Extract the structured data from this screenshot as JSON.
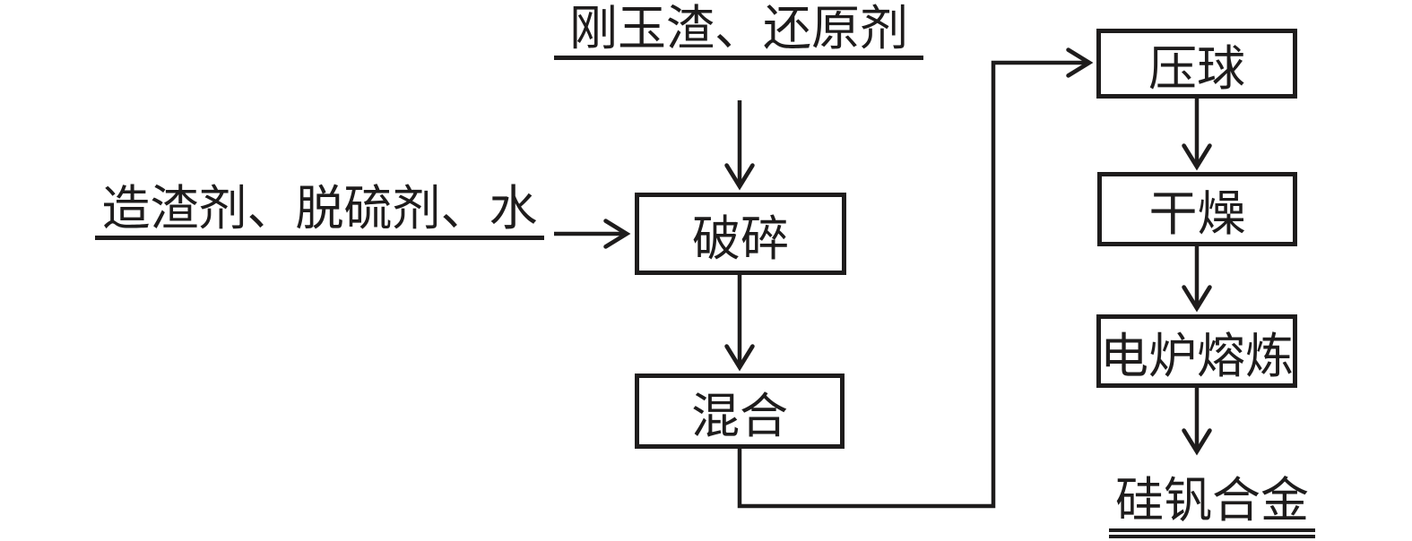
{
  "diagram": {
    "type": "flowchart",
    "colors": {
      "ink": "#1e1c1c",
      "background": "#ffffff"
    },
    "inputs": {
      "top_label": "刚玉渣、还原剂",
      "left_label": "造渣剂、脱硫剂、水"
    },
    "steps": {
      "crush": "破碎",
      "mix": "混合",
      "press": "压球",
      "dry": "干燥",
      "smelt": "电炉熔炼"
    },
    "output_label": "硅钒合金",
    "edges": [
      {
        "from": "刚玉渣、还原剂",
        "to": "破碎"
      },
      {
        "from": "造渣剂、脱硫剂、水",
        "to": "破碎"
      },
      {
        "from": "破碎",
        "to": "混合"
      },
      {
        "from": "混合",
        "to": "压球"
      },
      {
        "from": "压球",
        "to": "干燥"
      },
      {
        "from": "干燥",
        "to": "电炉熔炼"
      },
      {
        "from": "电炉熔炼",
        "to": "硅钒合金"
      }
    ]
  }
}
